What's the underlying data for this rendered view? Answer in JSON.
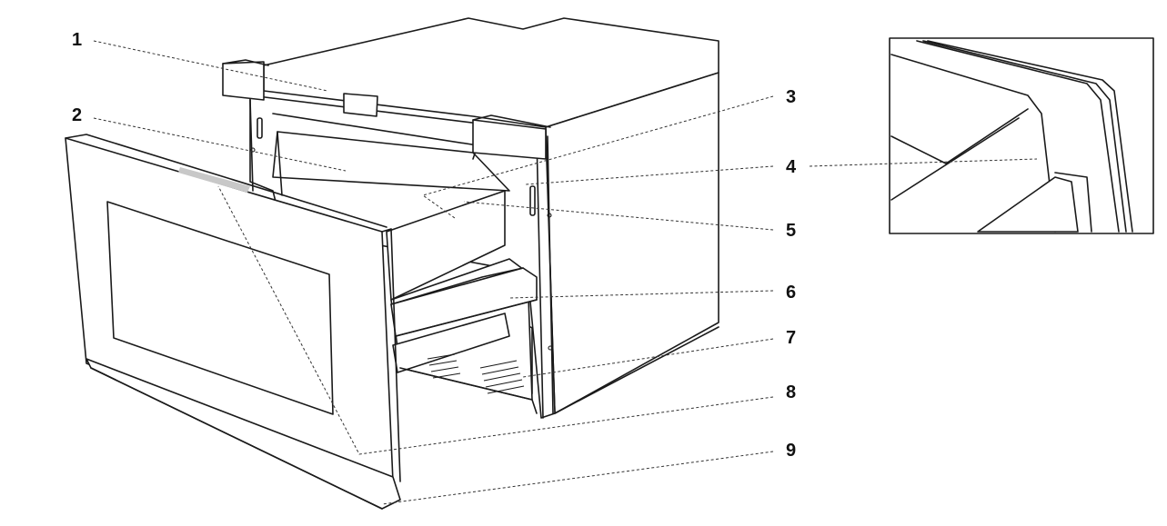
{
  "callouts": [
    {
      "id": "1",
      "label": "1"
    },
    {
      "id": "2",
      "label": "2"
    },
    {
      "id": "3",
      "label": "3"
    },
    {
      "id": "4",
      "label": "4"
    },
    {
      "id": "5",
      "label": "5"
    },
    {
      "id": "6",
      "label": "6"
    },
    {
      "id": "7",
      "label": "7"
    },
    {
      "id": "8",
      "label": "8"
    },
    {
      "id": "9",
      "label": "9"
    }
  ],
  "colors": {
    "line": "#1a1a1a",
    "background": "#ffffff",
    "highlight": "#c8c8c8"
  }
}
